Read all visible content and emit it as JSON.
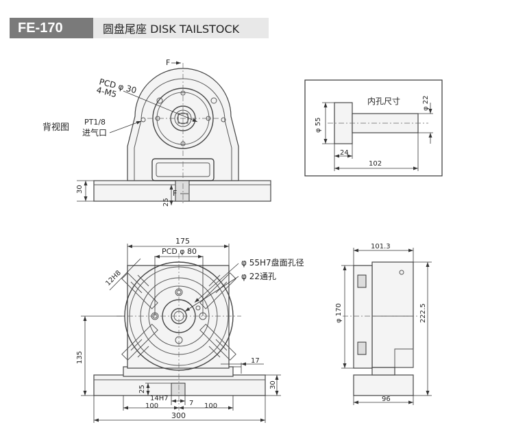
{
  "header": {
    "model": "FE-170",
    "title": "圆盘尾座 DISK TAILSTOCK"
  },
  "top_view": {
    "section_marker": "F",
    "pcd_label": "PCD φ 30",
    "thread_label": "4-M5",
    "view_label": "背视图",
    "port_label_1": "PT1/8",
    "port_label_2": "进气口",
    "dim_height": "30",
    "dim_slot": "25"
  },
  "side_detail": {
    "bore_label": "内孔尺寸",
    "dia_shaft": "φ 22",
    "dia_body": "φ 55",
    "len_short": "24",
    "len_total": "102"
  },
  "front_view": {
    "dim_width": "175",
    "pcd_label": "PCD  φ 80",
    "slot_label": "12H8",
    "bore_label_1": "φ 55H7盘面孔径",
    "bore_label_2": "φ 22通孔",
    "dim_center_height": "135",
    "dim_17": "17",
    "dim_30": "30",
    "dim_25": "25",
    "dim_key": "14H7",
    "dim_7": "7",
    "dim_left_100": "100",
    "dim_right_100": "100",
    "dim_total_300": "300"
  },
  "right_view": {
    "dim_top": "101.3",
    "dim_dia": "φ 170",
    "dim_height": "222.5",
    "dim_bottom": "96"
  }
}
